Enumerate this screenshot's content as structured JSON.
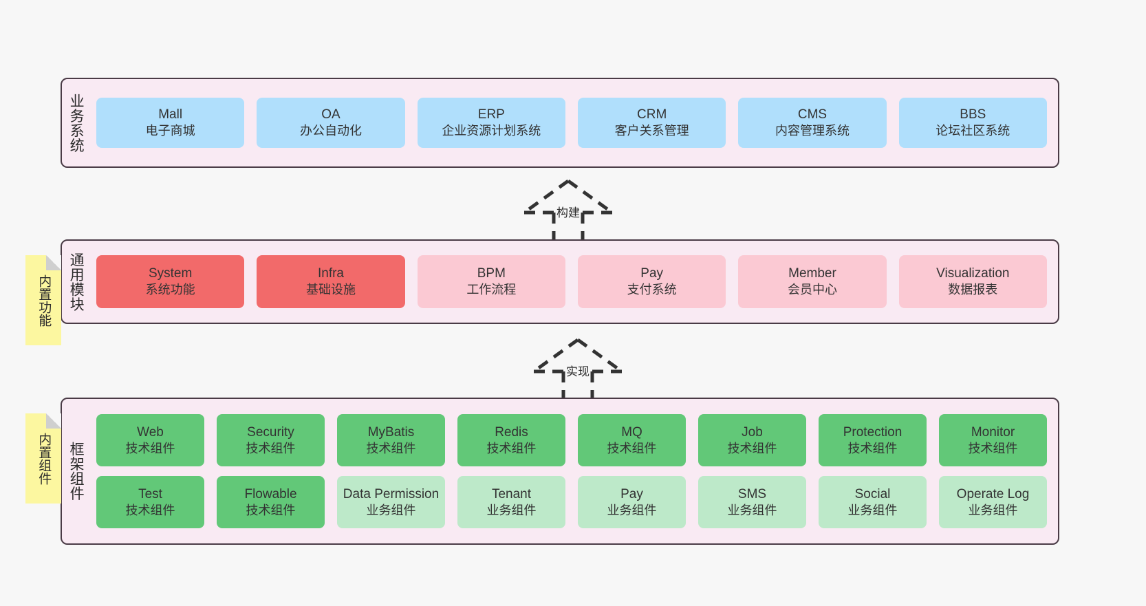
{
  "diagram": {
    "background": "#f7f7f7",
    "panel_bg": "#f9eaf3",
    "panel_border": "#4a3b46",
    "colors": {
      "blue": "#b0dffc",
      "red": "#f26a6a",
      "pink": "#fbc9d3",
      "green": "#62c878",
      "green_light": "#bde9c9",
      "sticky_yellow": "#fcf7a0"
    }
  },
  "layers": {
    "business": {
      "title": "业务系统",
      "items": [
        {
          "name": "Mall",
          "desc": "电子商城"
        },
        {
          "name": "OA",
          "desc": "办公自动化"
        },
        {
          "name": "ERP",
          "desc": "企业资源计划系统"
        },
        {
          "name": "CRM",
          "desc": "客户关系管理"
        },
        {
          "name": "CMS",
          "desc": "内容管理系统"
        },
        {
          "name": "BBS",
          "desc": "论坛社区系统"
        }
      ]
    },
    "common": {
      "title": "通用模块",
      "items": [
        {
          "name": "System",
          "desc": "系统功能"
        },
        {
          "name": "Infra",
          "desc": "基础设施"
        },
        {
          "name": "BPM",
          "desc": "工作流程"
        },
        {
          "name": "Pay",
          "desc": "支付系统"
        },
        {
          "name": "Member",
          "desc": "会员中心"
        },
        {
          "name": "Visualization",
          "desc": "数据报表"
        }
      ]
    },
    "framework": {
      "title": "框架组件",
      "row1": [
        {
          "name": "Web",
          "desc": "技术组件"
        },
        {
          "name": "Security",
          "desc": "技术组件"
        },
        {
          "name": "MyBatis",
          "desc": "技术组件"
        },
        {
          "name": "Redis",
          "desc": "技术组件"
        },
        {
          "name": "MQ",
          "desc": "技术组件"
        },
        {
          "name": "Job",
          "desc": "技术组件"
        },
        {
          "name": "Protection",
          "desc": "技术组件"
        },
        {
          "name": "Monitor",
          "desc": "技术组件"
        }
      ],
      "row2": [
        {
          "name": "Test",
          "desc": "技术组件"
        },
        {
          "name": "Flowable",
          "desc": "技术组件"
        },
        {
          "name": "Data Permission",
          "desc": "业务组件"
        },
        {
          "name": "Tenant",
          "desc": "业务组件"
        },
        {
          "name": "Pay",
          "desc": "业务组件"
        },
        {
          "name": "SMS",
          "desc": "业务组件"
        },
        {
          "name": "Social",
          "desc": "业务组件"
        },
        {
          "name": "Operate Log",
          "desc": "业务组件"
        }
      ]
    }
  },
  "sticky_notes": {
    "builtin_function": "内置功能",
    "builtin_component": "内置组件"
  },
  "connectors": {
    "build": "构建",
    "implement": "实现"
  }
}
